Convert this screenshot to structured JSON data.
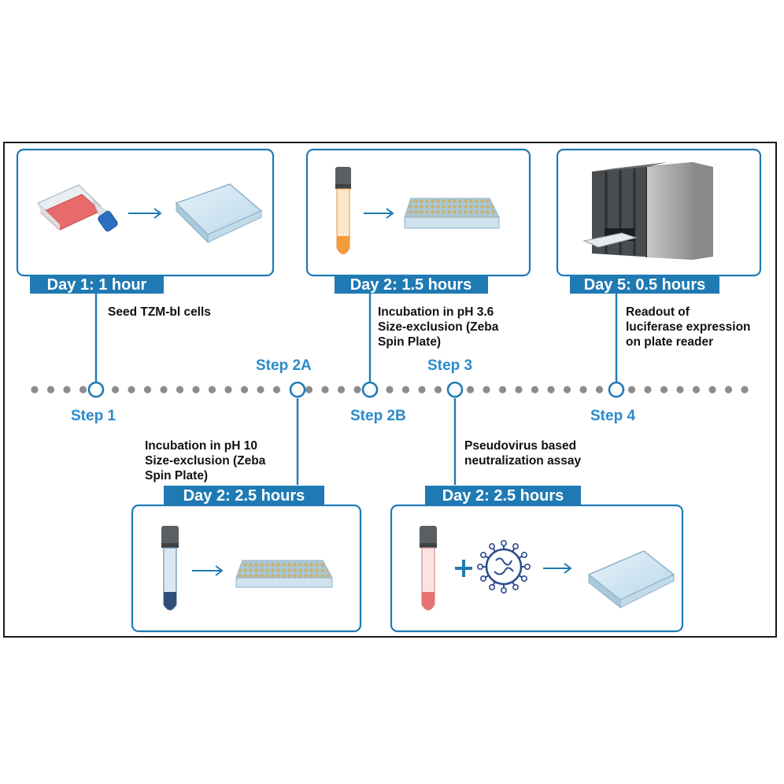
{
  "colors": {
    "accent": "#1f7ab3",
    "step_text": "#2a8ac8",
    "dots": "#8c8c8c",
    "label_bg": "#1f7ab3"
  },
  "boxes": [
    {
      "day": "Day 1: 1 hour",
      "step": "Step 1",
      "description": [
        "Seed TZM-bl cells"
      ],
      "icons": [
        "cell-culture-flask-icon",
        "arrow-icon",
        "well-plate-icon"
      ]
    },
    {
      "day": "Day 2: 2.5 hours",
      "step": "Step 2A",
      "description": [
        "Incubation in pH 10",
        "Size-exclusion (Zeba",
        "Spin Plate)"
      ],
      "icons": [
        "blue-sample-tube-icon",
        "arrow-icon",
        "spin-plate-icon"
      ]
    },
    {
      "day": "Day 2: 1.5 hours",
      "step": "Step 2B",
      "description": [
        "Incubation in pH 3.6",
        "Size-exclusion (Zeba",
        "Spin Plate)"
      ],
      "icons": [
        "orange-sample-tube-icon",
        "arrow-icon",
        "spin-plate-icon"
      ]
    },
    {
      "day": "Day 2: 2.5 hours",
      "step": "Step 3",
      "description": [
        "Pseudovirus based",
        "neutralization assay"
      ],
      "icons": [
        "red-sample-tube-icon",
        "plus-icon",
        "virus-icon",
        "arrow-icon",
        "well-plate-icon"
      ]
    },
    {
      "day": "Day 5: 0.5 hours",
      "step": "Step 4",
      "description": [
        "Readout of",
        "luciferase expression",
        "on plate reader"
      ],
      "icons": [
        "plate-reader-icon"
      ]
    }
  ]
}
